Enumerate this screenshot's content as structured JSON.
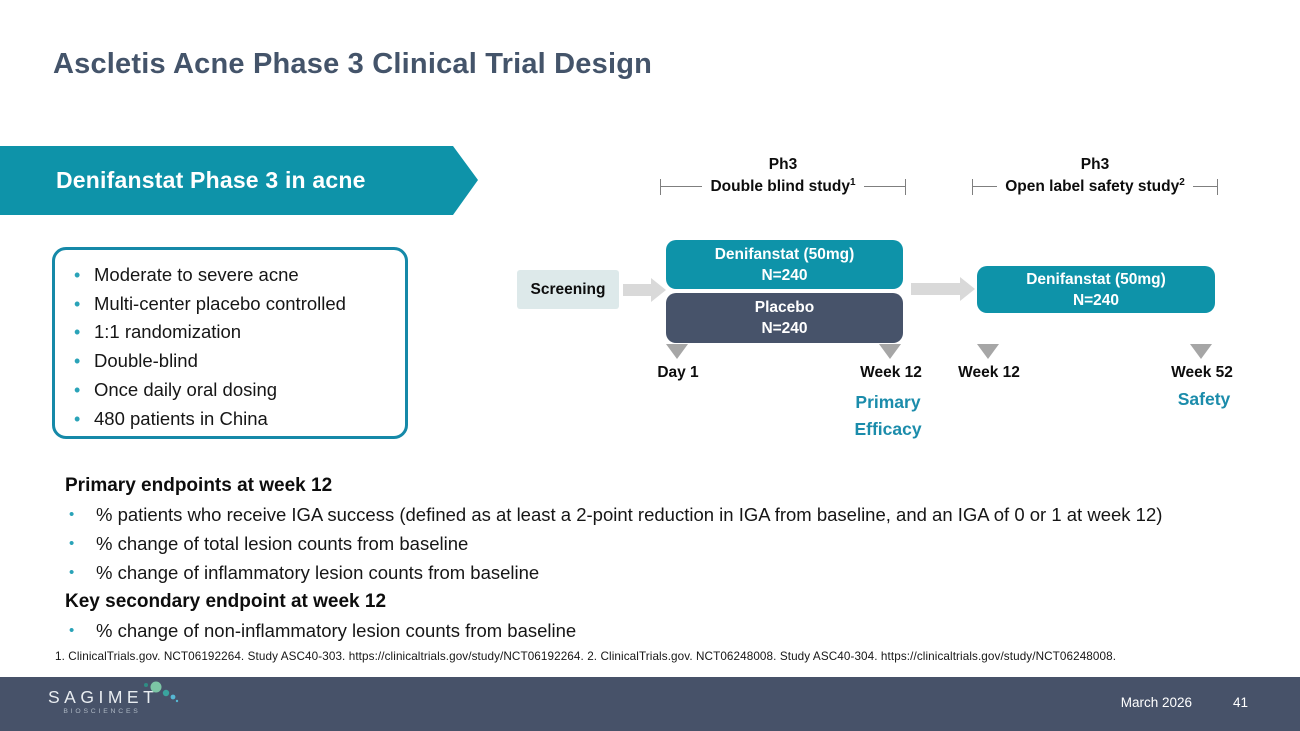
{
  "slide_title": "Ascletis Acne Phase 3 Clinical Trial Design",
  "banner": {
    "label": "Denifanstat Phase 3 in acne"
  },
  "trial_box": {
    "items": [
      "Moderate to severe acne",
      "Multi-center placebo controlled",
      "1:1 randomization",
      "Double-blind",
      "Once daily oral dosing",
      "480 patients in China"
    ]
  },
  "diagram": {
    "study_headers": [
      {
        "phase": "Ph3",
        "title": "Double blind study",
        "footnote_ref": "1"
      },
      {
        "phase": "Ph3",
        "title": "Open label safety study",
        "footnote_ref": "2"
      }
    ],
    "screening_label": "Screening",
    "arms": [
      {
        "name": "Denifanstat (50mg)",
        "n": "N=240"
      },
      {
        "name": "Placebo",
        "n": "N=240"
      },
      {
        "name": "Denifanstat (50mg)",
        "n": "N=240"
      }
    ],
    "milestones": [
      {
        "label": "Day 1",
        "sublabel": ""
      },
      {
        "label": "Week 12",
        "sublabel": "Primary Efficacy"
      },
      {
        "label": "Week 12",
        "sublabel": ""
      },
      {
        "label": "Week 52",
        "sublabel": "Safety"
      }
    ]
  },
  "endpoints": {
    "primary_heading": "Primary endpoints at week 12",
    "primary_items": [
      "% patients who receive IGA success (defined as at least a 2-point reduction in IGA from baseline, and an IGA of 0 or 1 at week 12)",
      "% change of total lesion counts from baseline",
      "% change of inflammatory lesion counts from baseline"
    ],
    "secondary_heading": "Key secondary endpoint at week 12",
    "secondary_items": [
      "% change of non-inflammatory lesion counts from baseline"
    ]
  },
  "footnote": "1. ClinicalTrials.gov. NCT06192264. Study ASC40-303. https://clinicaltrials.gov/study/NCT06192264. 2. ClinicalTrials.gov. NCT06248008. Study ASC40-304. https://clinicaltrials.gov/study/NCT06248008.",
  "footer": {
    "logo_text": "SAGIMET",
    "logo_subtext": "BIOSCIENCES",
    "date": "March 2026",
    "page_number": "41"
  },
  "colors": {
    "teal": "#0e93a9",
    "slate_box": "#47536a",
    "title_slate": "#44546a",
    "teal_text": "#1b8cab",
    "footer_bg": "#475269",
    "arrow_gray": "#d9d9d9",
    "marker_gray": "#a6a6a6"
  }
}
